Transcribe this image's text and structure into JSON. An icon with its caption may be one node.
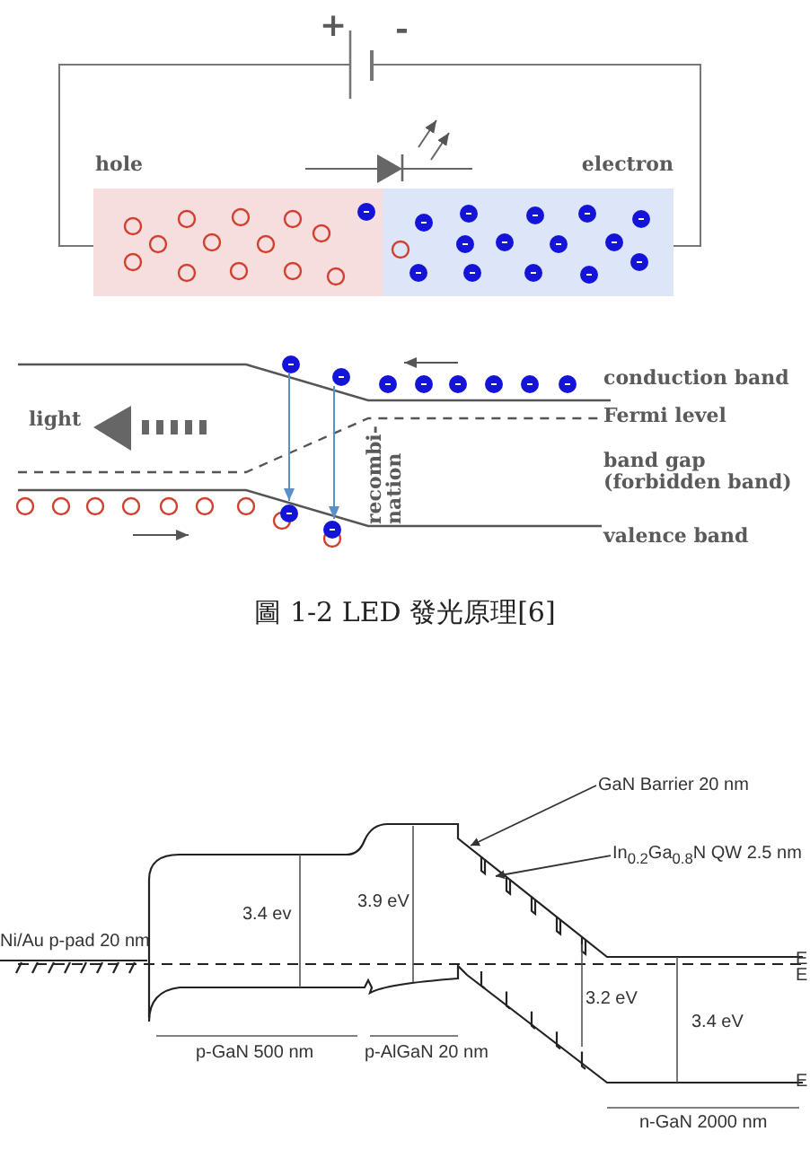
{
  "diagram": {
    "caption": "圖 1-2 LED 發光原理[6]",
    "nodes": [
      {
        "text": [
          "hole"
        ]
      },
      {
        "text": [
          "electron"
        ]
      },
      {
        "text": [
          "GaN Barrier 20 nm"
        ]
      },
      {
        "text": [
          "In$_{0.2}$Ga$_{0.8}$N QW 2.5 nm"
        ]
      }
    ],
    "edges": [
      {
        "from": 2,
        "to": null,
        "arrow": "to"
      },
      {
        "from": 3,
        "to": null,
        "arrow": "to"
      }
    ],
    "labels": [
      "+",
      "-",
      "light",
      "conduction band",
      "Fermi level",
      "band gap (forbidden band)",
      "recombi- nation",
      "valence band",
      "3.4 ev",
      "3.9 eV",
      "Ni/Au p-pad 20 nm",
      "E",
      "E",
      "3.2 eV",
      "3.4 eV",
      "p-GaN 500 nm",
      "p-AlGaN 20 nm",
      "E",
      "n-GaN 2000 nm"
    ]
  }
}
